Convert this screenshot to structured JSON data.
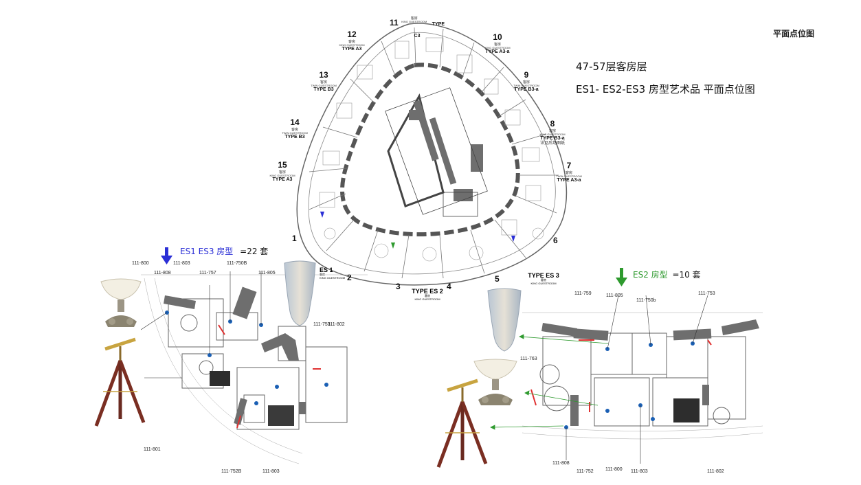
{
  "page": {
    "title": "平面点位图"
  },
  "heading": {
    "line1": "47-57层客房层",
    "line2": "ES1- ES2-ES3 房型艺术品  平面点位图"
  },
  "rooms": [
    {
      "num": "11",
      "cn": "客房",
      "en": "KING GUESTROOM",
      "type": "TYPE C3"
    },
    {
      "num": "12",
      "cn": "客房",
      "en": "KING GUESTROOM",
      "type": "TYPE A3"
    },
    {
      "num": "10",
      "cn": "客房",
      "en": "KING GUESTROOM",
      "type": "TYPE A3-a"
    },
    {
      "num": "13",
      "cn": "客房",
      "en": "TWIN GUESTROOM",
      "type": "TYPE B3"
    },
    {
      "num": "9",
      "cn": "客房",
      "en": "TWIN GUESTROOM",
      "type": "TYPE B3-a"
    },
    {
      "num": "14",
      "cn": "客房",
      "en": "TWIN GUESTROOM",
      "type": "TYPE B3"
    },
    {
      "num": "8",
      "cn": "客房",
      "en": "KING GUESTROOM",
      "type": "TYPE B3-a",
      "note": "详见后场图纸"
    },
    {
      "num": "15",
      "cn": "客房",
      "en": "KING GUESTROOM",
      "type": "TYPE A3"
    },
    {
      "num": "7",
      "cn": "客房",
      "en": "TWIN GUESTROOM",
      "type": "TYPE A3-a"
    }
  ],
  "units": {
    "u1": "1",
    "u2": "2",
    "u3": "3",
    "u4": "4",
    "u5": "5",
    "u6": "6",
    "es1": "ES 1",
    "es1_cn": "客房",
    "es1_en": "KING GUESTROOM",
    "es2": "TYPE  ES 2",
    "es2_cn": "客房",
    "es2_en": "KING GUESTROOM",
    "es3": "TYPE  ES 3",
    "es3_cn": "客房",
    "es3_en": "KING GUESTROOM"
  },
  "legend_left": {
    "label": "ES1  ES3  房型",
    "count": "=22 套",
    "color": "#2b2fd6"
  },
  "legend_right": {
    "label": "ES2 房型",
    "count": "=10 套",
    "color": "#2e9a2e"
  },
  "codes_left": [
    "111-800",
    "111-808",
    "111-803",
    "111-757",
    "111-750B",
    "111-805",
    "111-753",
    "111-802",
    "111-801",
    "111-752B",
    "111-803"
  ],
  "codes_right": [
    "111-759",
    "111-805",
    "111-750b",
    "111-753",
    "111-763",
    "111-808",
    "111-752",
    "111-800",
    "111-803",
    "111-802"
  ],
  "colors": {
    "wall": "#7a7a7a",
    "line": "#555555",
    "red": "#e03030",
    "blue": "#1a5fb4"
  }
}
